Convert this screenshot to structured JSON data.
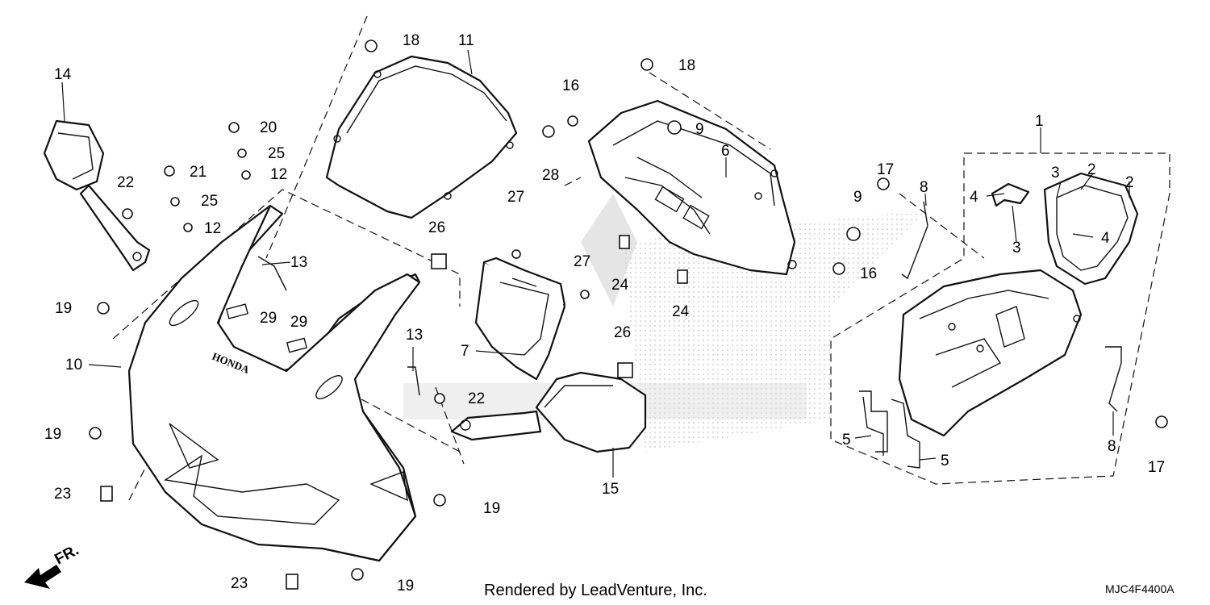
{
  "diagram": {
    "labels": [
      "1",
      "2",
      "2",
      "3",
      "3",
      "4",
      "4",
      "5",
      "5",
      "6",
      "7",
      "8",
      "8",
      "9",
      "9",
      "10",
      "11",
      "12",
      "12",
      "13",
      "13",
      "14",
      "15",
      "16",
      "16",
      "17",
      "17",
      "18",
      "18",
      "19",
      "19",
      "19",
      "19",
      "20",
      "21",
      "22",
      "22",
      "23",
      "23",
      "24",
      "24",
      "25",
      "25",
      "26",
      "26",
      "27",
      "27",
      "28",
      "29",
      "29"
    ],
    "fender_text": "HONDA",
    "front_marker": "FR.",
    "footer_credit": "Rendered by LeadVenture, Inc.",
    "diagram_code": "MJC4F4400A"
  }
}
